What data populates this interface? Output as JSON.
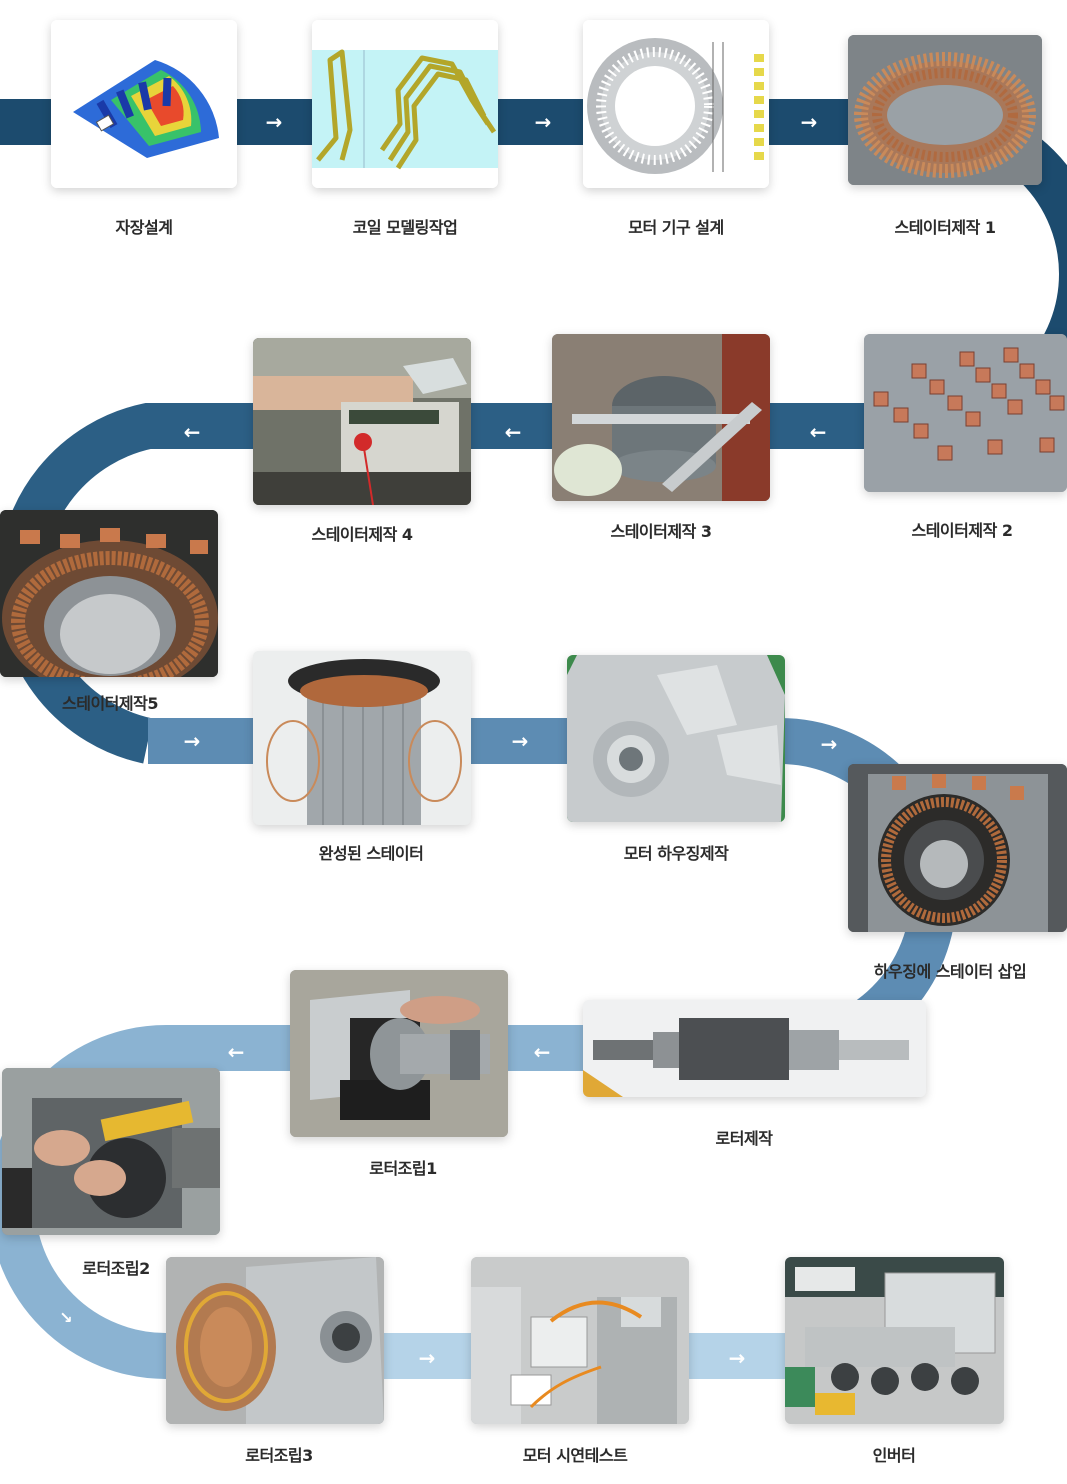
{
  "colors": {
    "row1": "#1c4b6e",
    "row2": "#2c5f85",
    "row3": "#5d8cb3",
    "row4": "#8bb3d2",
    "row5": "#b5d3e8"
  },
  "steps": [
    {
      "label": "자장설계",
      "image": "field-simulation-image"
    },
    {
      "label": "코일 모델링작업",
      "image": "coil-model-image"
    },
    {
      "label": "모터 기구 설계",
      "image": "motor-drawing-image"
    },
    {
      "label": "스테이터제작 1",
      "image": "stator-ring-image"
    },
    {
      "label": "스테이터제작 2",
      "image": "copper-bars-image"
    },
    {
      "label": "스테이터제작 3",
      "image": "stator-jig-image"
    },
    {
      "label": "스테이터제작 4",
      "image": "tester-image"
    },
    {
      "label": "스테이터제작5",
      "image": "stator-winding-image"
    },
    {
      "label": "완성된 스테이터",
      "image": "finished-stator-image"
    },
    {
      "label": "모터 하우징제작",
      "image": "housing-image"
    },
    {
      "label": "하우징에 스테이터 삽입",
      "image": "stator-in-housing-image"
    },
    {
      "label": "로터제작",
      "image": "rotor-image"
    },
    {
      "label": "로터조립1",
      "image": "rotor-assembly-image"
    },
    {
      "label": "로터조립2",
      "image": "sealant-image"
    },
    {
      "label": "로터조립3",
      "image": "assembled-motor-image"
    },
    {
      "label": "모터 시연테스트",
      "image": "test-bench-image"
    },
    {
      "label": "인버터",
      "image": "inverter-image"
    }
  ],
  "arrows": {
    "right": "→",
    "left": "←",
    "down_right": "↘"
  }
}
